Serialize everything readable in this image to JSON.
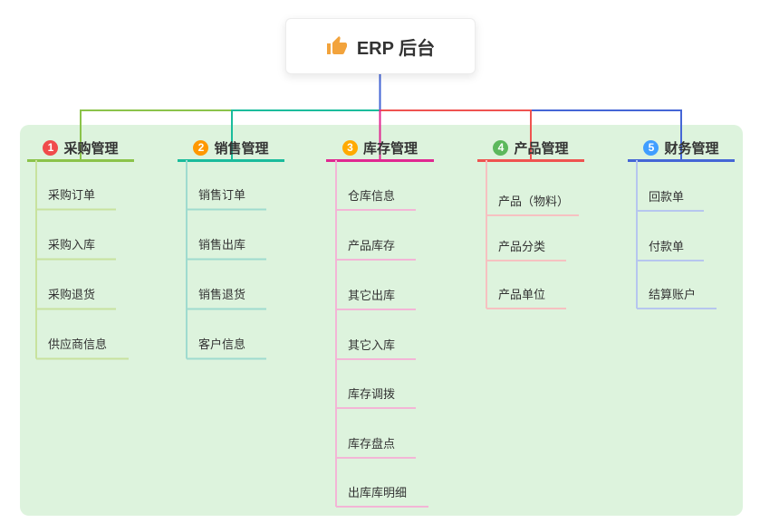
{
  "root": {
    "icon": "thumbs-up-icon",
    "icon_color": "#f2a33c",
    "label": "ERP 后台",
    "connector_color": "#4566d6"
  },
  "group": {
    "background": "#ddf3dd"
  },
  "branches": [
    {
      "badge": "1",
      "badge_color": "#f04b4b",
      "label": "采购管理",
      "color": "#8bc34a",
      "light_color": "#c8e29e",
      "children": [
        "采购订单",
        "采购入库",
        "采购退货",
        "供应商信息"
      ]
    },
    {
      "badge": "2",
      "badge_color": "#ff9800",
      "label": "销售管理",
      "color": "#1abc9c",
      "light_color": "#9fdbcf",
      "children": [
        "销售订单",
        "销售出库",
        "销售退货",
        "客户信息"
      ]
    },
    {
      "badge": "3",
      "badge_color": "#ffaa00",
      "label": "库存管理",
      "color": "#e02891",
      "light_color": "#f3b5d6",
      "children": [
        "仓库信息",
        "产品库存",
        "其它出库",
        "其它入库",
        "库存调拨",
        "库存盘点",
        "出库库明细"
      ]
    },
    {
      "badge": "4",
      "badge_color": "#5cb85c",
      "label": "产品管理",
      "color": "#ef5350",
      "light_color": "#f6c1c1",
      "children": [
        "产品（物料）",
        "产品分类",
        "产品单位"
      ]
    },
    {
      "badge": "5",
      "badge_color": "#409eff",
      "label": "财务管理",
      "color": "#4566d6",
      "light_color": "#b6c6ef",
      "children": [
        "回款单",
        "付款单",
        "结算账户"
      ]
    }
  ]
}
